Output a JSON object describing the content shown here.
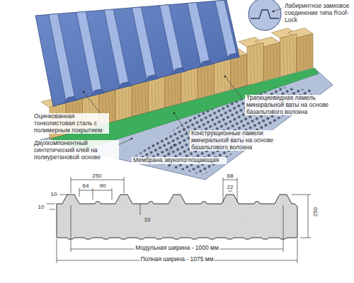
{
  "diagram": {
    "labels": [
      "Лабиринтное замковое соединение типа Roof-Lock",
      "Трапециевидная ламель минеральной ваты на основе базальтового волокна",
      "Конструкционные ламели минеральной ваты на основе базальтового волокна",
      "Оцинкованная тонколистовая сталь с полимерным покрытием",
      "Двухкомпонентный синтетический клей на полиуретановой основе",
      "Мембрана звукопоглощающая",
      "250",
      "64",
      "90",
      "33",
      "68",
      "22",
      "10",
      "10",
      "250",
      "Модульная ширина - 1000 мм",
      "Полная ширина - 1075 мм"
    ]
  }
}
